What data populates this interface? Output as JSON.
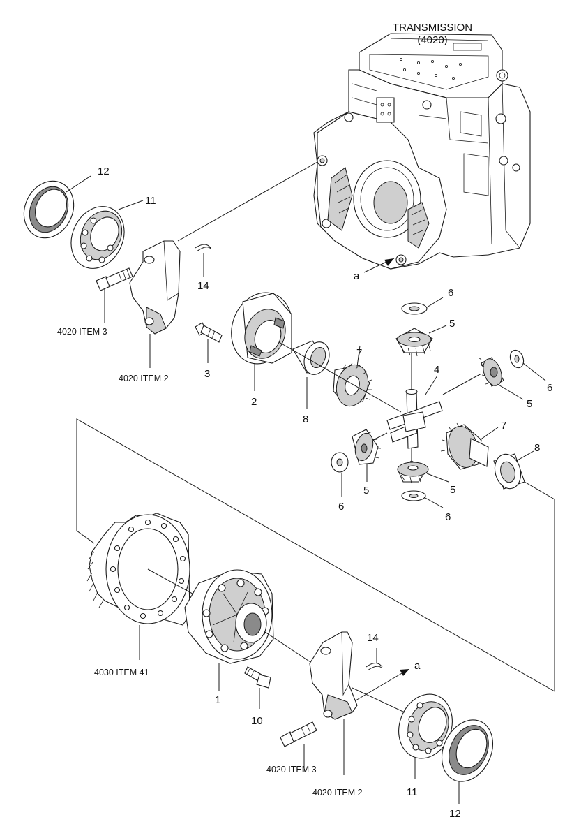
{
  "title": {
    "line1": "TRANSMISSION",
    "line2": "(4020)"
  },
  "arrows": {
    "top": "a",
    "bottom": "a"
  },
  "parts": {
    "p1": "1",
    "p2": "2",
    "p3": "3",
    "p4": "4",
    "p5a": "5",
    "p5b": "5",
    "p5c": "5",
    "p5d": "5",
    "p6a": "6",
    "p6b": "6",
    "p6c": "6",
    "p6d": "6",
    "p7a": "7",
    "p7b": "7",
    "p8a": "8",
    "p8b": "8",
    "p10": "10",
    "p11a": "11",
    "p11b": "11",
    "p12a": "12",
    "p12b": "12",
    "p14a": "14",
    "p14b": "14"
  },
  "references": {
    "item3_top": "4020 ITEM 3",
    "item2_top": "4020 ITEM 2",
    "item41": "4030 ITEM 41",
    "item3_bottom": "4020 ITEM 3",
    "item2_bottom": "4020 ITEM 2"
  }
}
